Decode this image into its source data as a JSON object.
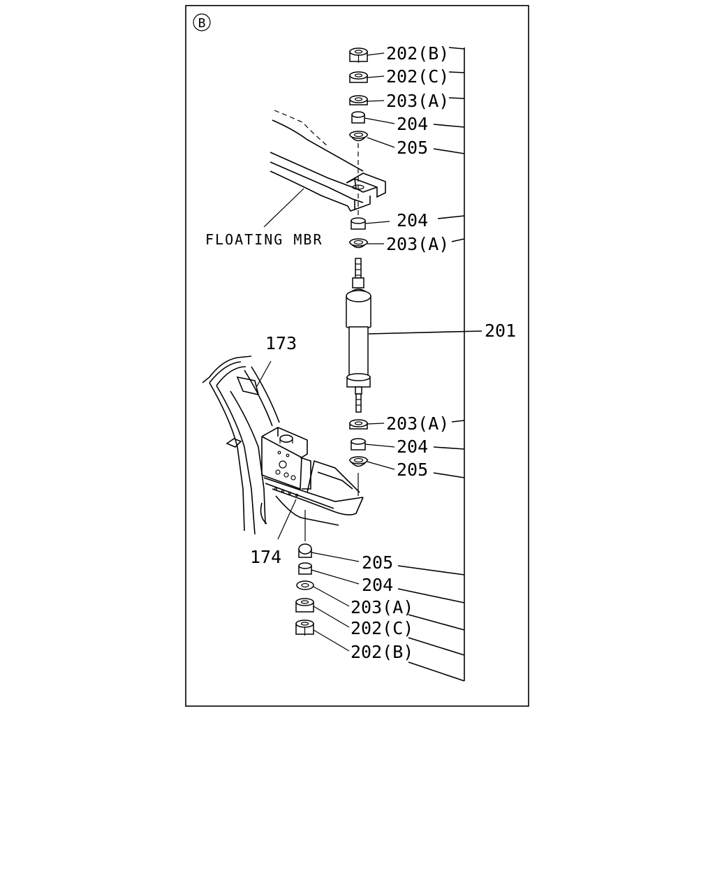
{
  "view_marker": "B",
  "floating_member_label": "FLOATING MBR",
  "frame_labels": {
    "upper_frame": "173",
    "bracket": "174"
  },
  "shock_absorber_label": "201",
  "callouts_upper": [
    "202(B)",
    "202(C)",
    "203(A)",
    "204",
    "205",
    "204",
    "203(A)"
  ],
  "callouts_middle": [
    "203(A)",
    "204",
    "205"
  ],
  "callouts_lower": [
    "205",
    "204",
    "203(A)",
    "202(C)",
    "202(B)"
  ]
}
